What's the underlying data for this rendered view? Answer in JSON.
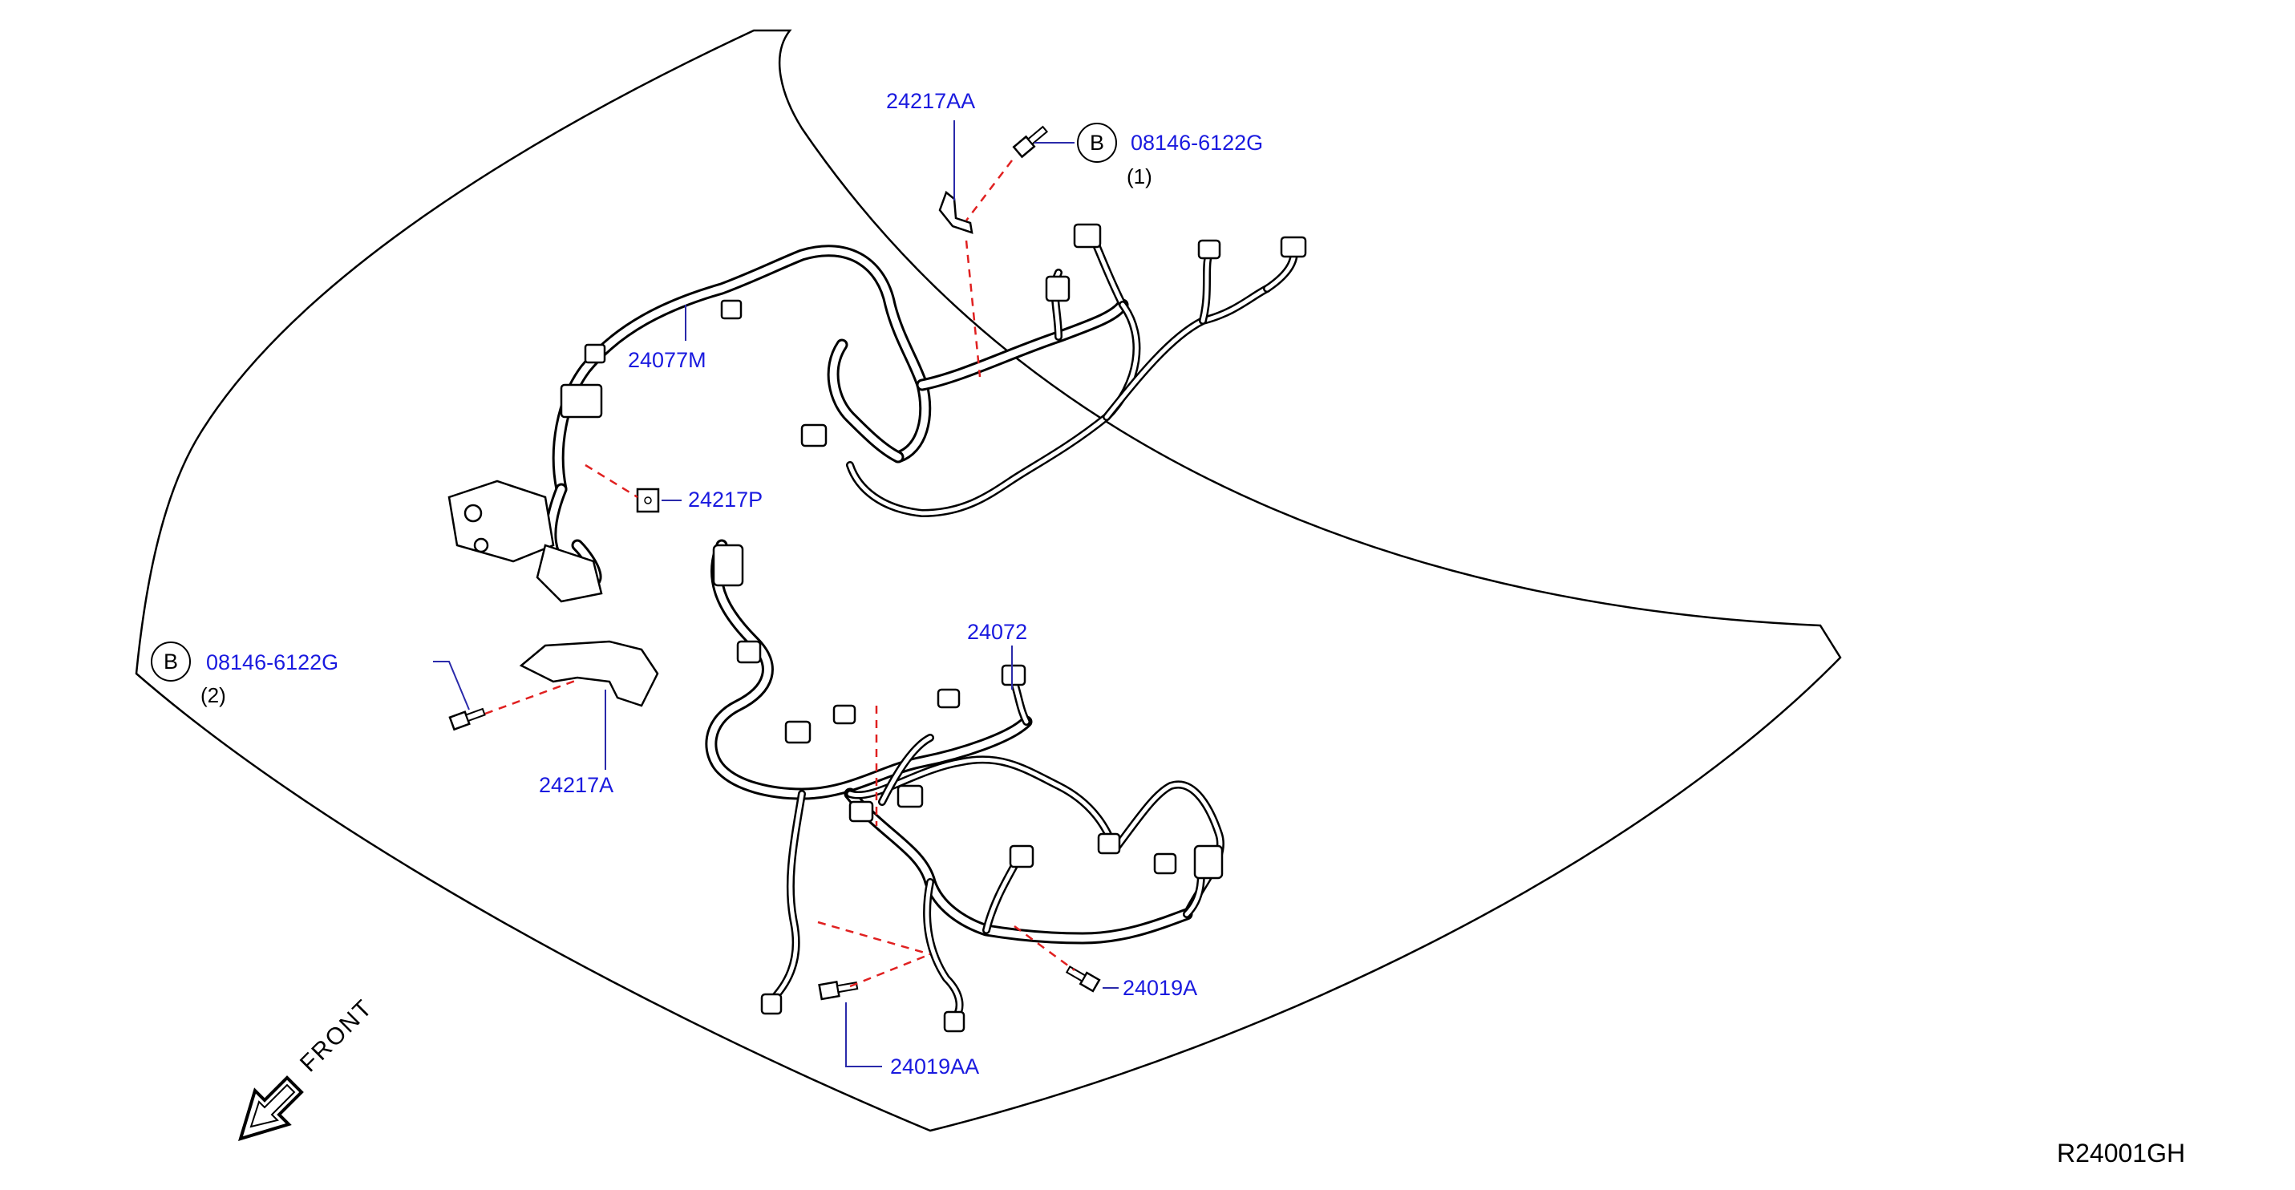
{
  "callouts": {
    "p24217AA": "24217AA",
    "p08146_top": "08146-6122G",
    "qty_top": "(1)",
    "p24077M": "24077M",
    "p24217P": "24217P",
    "p24072": "24072",
    "p08146_left": "08146-6122G",
    "qty_left": "(2)",
    "p24217A": "24217A",
    "p24019A": "24019A",
    "p24019AA": "24019AA"
  },
  "badges": {
    "top": "B",
    "left": "B"
  },
  "front_label": "FRONT",
  "diagram_code": "R24001GH",
  "colors": {
    "callout": "#1a1adf",
    "leader": "#2a2aaa",
    "dashed_link": "#e02020",
    "outline": "#000000"
  }
}
